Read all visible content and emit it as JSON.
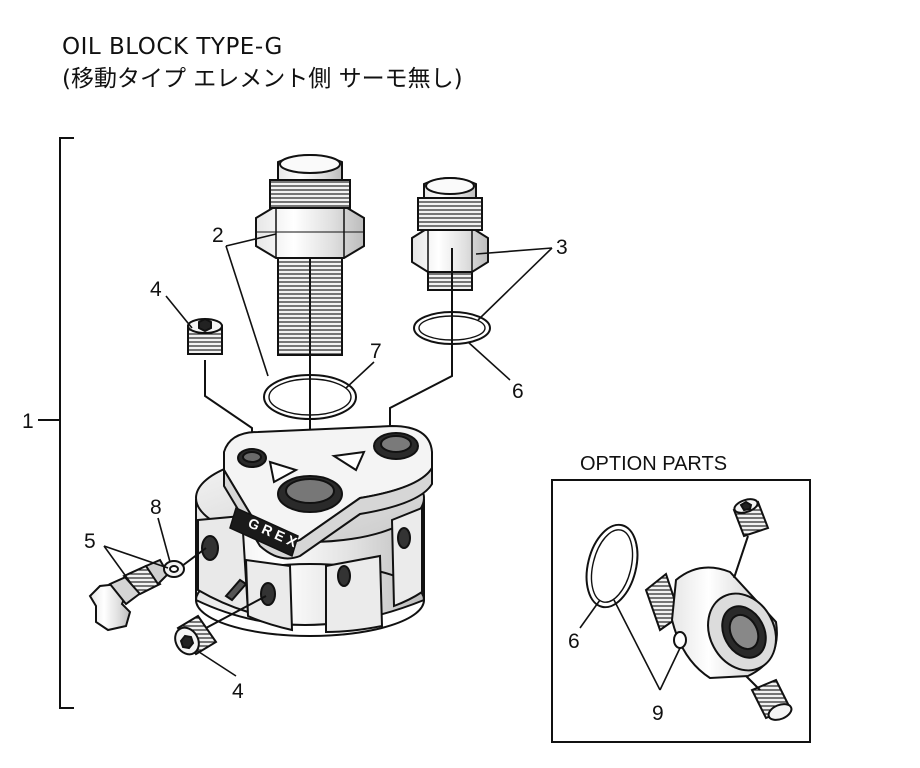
{
  "title": {
    "line1": "OIL BLOCK TYPE-G",
    "line2": "(移動タイプ エレメント側 サーモ無し)"
  },
  "main_diagram": {
    "brand_plate": "GREX",
    "callouts": {
      "assembly": "1",
      "fitting_tall": "2",
      "fitting_short": "3",
      "plug_top": "4",
      "plug_bottom": "4",
      "sensor_bolt": "5",
      "oring_small": "6",
      "oring_large": "7",
      "washer": "8"
    }
  },
  "option_parts": {
    "heading": "OPTION PARTS",
    "callouts": {
      "oring": "6",
      "adapter": "9"
    }
  }
}
